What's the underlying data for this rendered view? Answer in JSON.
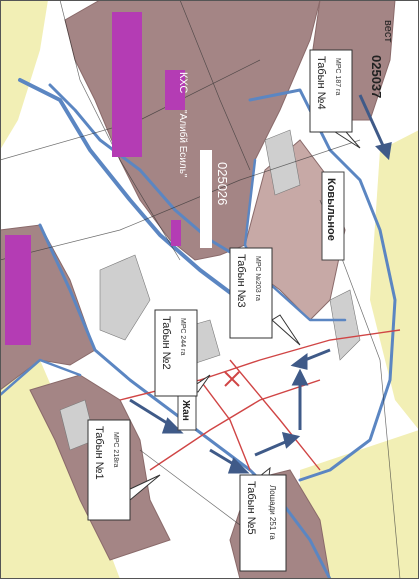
{
  "map": {
    "colors": {
      "parcel": "#a48585",
      "parcel_light": "#c7a9a6",
      "field": "#f2efb5",
      "water": "#5b86c2",
      "road": "#d04545",
      "arrow": "#3f5a88",
      "callout": "#ffffff",
      "violet": "#b43cb4"
    },
    "top_text": "вест",
    "ids": {
      "id_right": "025037",
      "id_center": "025026"
    },
    "center_label": "\"Алибй Есиль\"",
    "khs_label": "КХС",
    "kovylnoe": "Ковыльное",
    "zhan": "Жан",
    "tabs": [
      {
        "title": "Табын №1",
        "sub": "МРС 218га"
      },
      {
        "title": "Табын №2",
        "sub": "МРС 244 га"
      },
      {
        "title": "Табын №3",
        "sub": "МРС №203 га"
      },
      {
        "title": "Табын №4",
        "sub": "МРС 187 га"
      },
      {
        "title": "Табын №5",
        "sub": "Лошади 251 га"
      }
    ]
  }
}
